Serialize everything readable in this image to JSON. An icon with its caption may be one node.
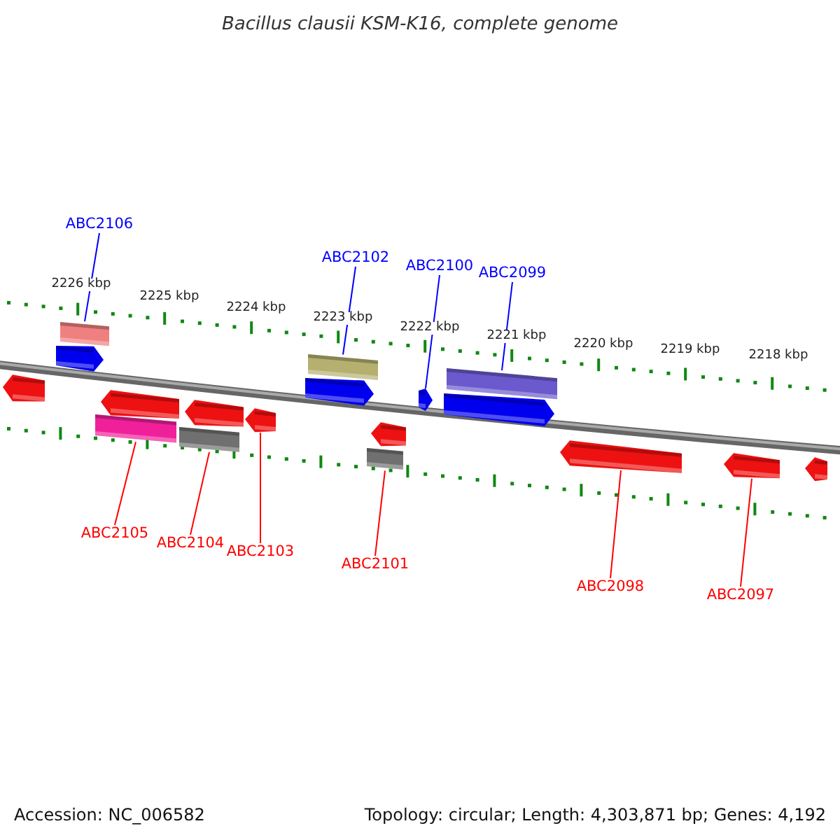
{
  "diagram": {
    "title": "Bacillus clausii KSM-K16, complete genome",
    "nodes": [
      {
        "text": [],
        "shape": "arrow"
      },
      {
        "text": [],
        "shape": "arrow"
      },
      {
        "text": [],
        "shape": "bar"
      },
      {
        "text": [],
        "shape": "bar"
      },
      {
        "text": [],
        "shape": "arrow"
      },
      {
        "text": [],
        "shape": "bar"
      },
      {
        "text": [],
        "shape": "arrow"
      },
      {
        "text": [],
        "shape": "arrow"
      },
      {
        "text": [],
        "shape": "arrow"
      },
      {
        "text": [],
        "shape": "bar"
      },
      {
        "text": [],
        "shape": "bar"
      },
      {
        "text": [],
        "shape": "arrow"
      },
      {
        "text": [],
        "shape": "arrow"
      },
      {
        "text": [],
        "shape": "arrow"
      },
      {
        "text": [],
        "shape": "bar"
      },
      {
        "text": [],
        "shape": "arrow"
      },
      {
        "text": [],
        "shape": "arrow"
      },
      {
        "text": [],
        "shape": "arrow"
      },
      {
        "text": [
          "ABC2106"
        ]
      },
      {
        "text": [
          "ABC2102"
        ]
      },
      {
        "text": [
          "ABC2100"
        ]
      },
      {
        "text": [
          "ABC2099"
        ]
      },
      {
        "text": [
          "ABC2105"
        ]
      },
      {
        "text": [
          "ABC2104"
        ]
      },
      {
        "text": [
          "ABC2103"
        ]
      },
      {
        "text": [
          "ABC2101"
        ]
      },
      {
        "text": [
          "ABC2098"
        ]
      },
      {
        "text": [
          "ABC2097"
        ]
      }
    ],
    "edges": [
      {
        "from": 18,
        "to": 2,
        "arrow": "none",
        "color": "#0000ff"
      },
      {
        "from": 19,
        "to": 9,
        "arrow": "none",
        "color": "#0000ff"
      },
      {
        "from": 20,
        "to": 12,
        "arrow": "none",
        "color": "#0000ff"
      },
      {
        "from": 21,
        "to": 14,
        "arrow": "none",
        "color": "#0000ff"
      },
      {
        "from": 22,
        "to": 3,
        "arrow": "none",
        "color": "#ff0000"
      },
      {
        "from": 23,
        "to": 5,
        "arrow": "none",
        "color": "#ff0000"
      },
      {
        "from": 24,
        "to": 7,
        "arrow": "none",
        "color": "#ff0000"
      },
      {
        "from": 25,
        "to": 10,
        "arrow": "none",
        "color": "#ff0000"
      },
      {
        "from": 26,
        "to": 15,
        "arrow": "none",
        "color": "#ff0000"
      },
      {
        "from": 27,
        "to": 16,
        "arrow": "none",
        "color": "#ff0000"
      }
    ],
    "labels": [
      "2226 kbp",
      "2225 kbp",
      "2224 kbp",
      "2223 kbp",
      "2222 kbp",
      "2221 kbp",
      "2220 kbp",
      "2219 kbp",
      "2218 kbp",
      "Accession: NC_006582",
      "Topology: circular; Length: 4,303,871 bp; Genes: 4,192"
    ]
  }
}
